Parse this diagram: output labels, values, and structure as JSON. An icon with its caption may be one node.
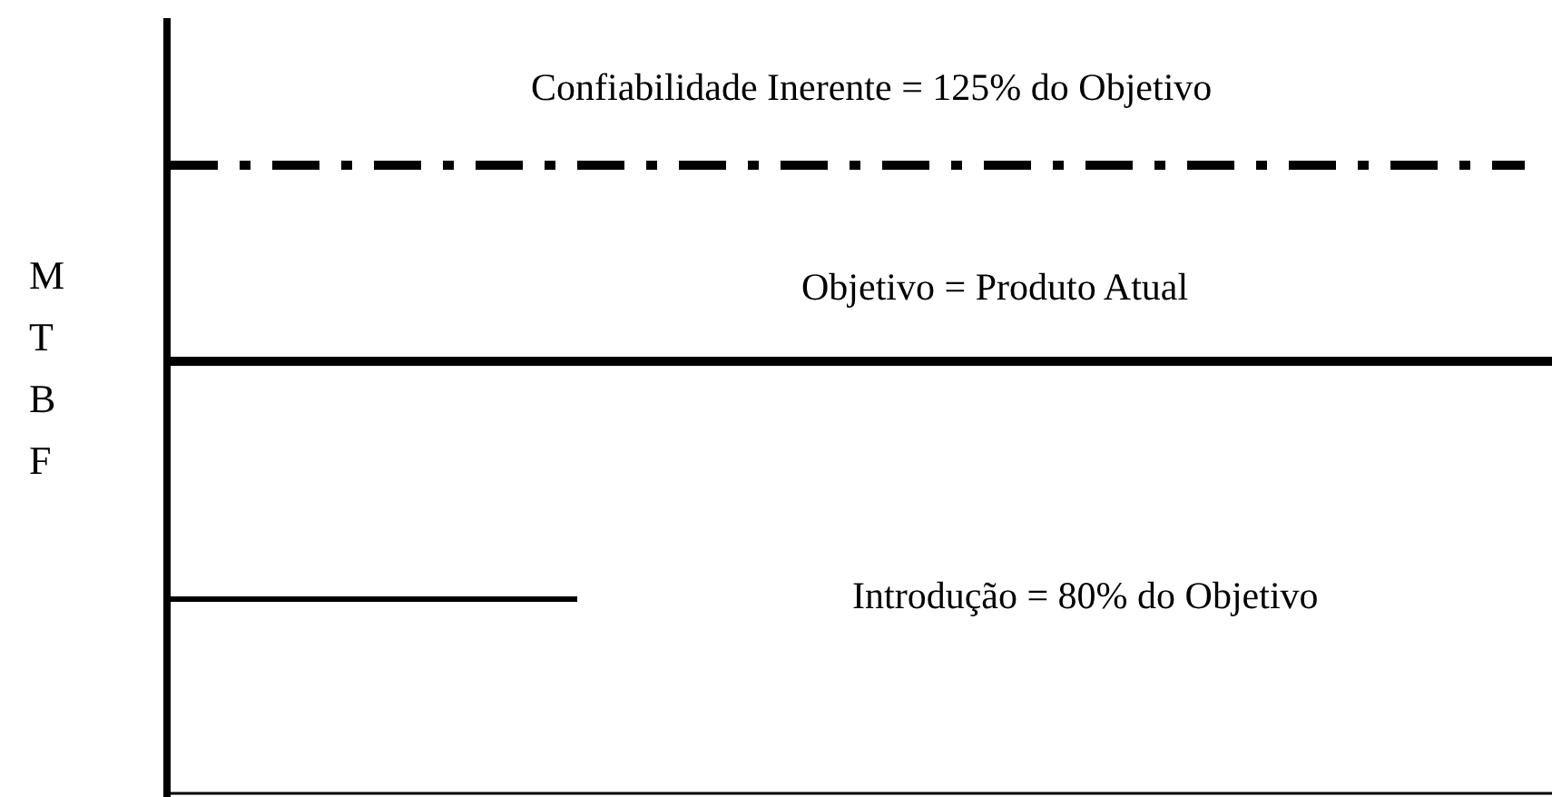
{
  "diagram": {
    "labels": [
      "Confiabilidade Inerente = 125% do Objetivo",
      "Objetivo = Produto Atual",
      "Introdução = 80% do Objetivo",
      "MTBF"
    ]
  }
}
